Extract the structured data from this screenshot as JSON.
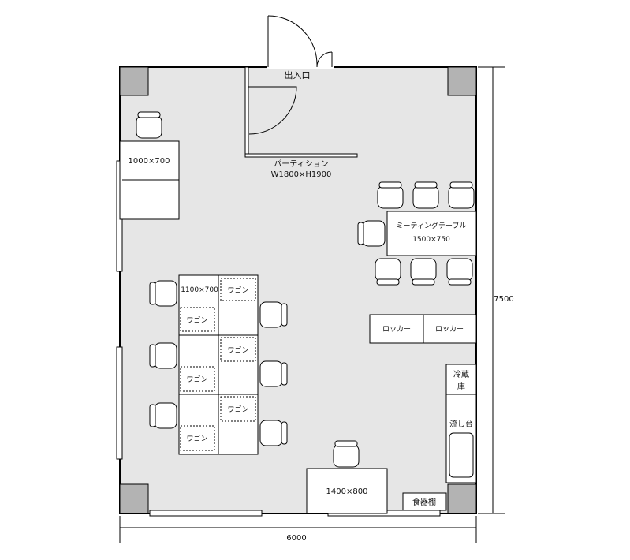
{
  "labels": {
    "entrance": "出入口",
    "partition_name": "パーティション",
    "partition_size": "W1800×H1900",
    "desk_single": "1000×700",
    "desk_group": "1100×700",
    "wagon": "ワゴン",
    "meeting_table_name": "ミーティングテーブル",
    "meeting_table_size": "1500×750",
    "locker": "ロッカー",
    "fridge_line1": "冷蔵",
    "fridge_line2": "庫",
    "sink": "流し台",
    "desk_bottom": "1400×800",
    "cupboard": "食器棚",
    "dim_height": "7500",
    "dim_width": "6000"
  },
  "colors": {
    "floor": "#e6e6e6",
    "wall": "#000000",
    "column": "#b3b3b3",
    "furniture": "#ffffff"
  }
}
